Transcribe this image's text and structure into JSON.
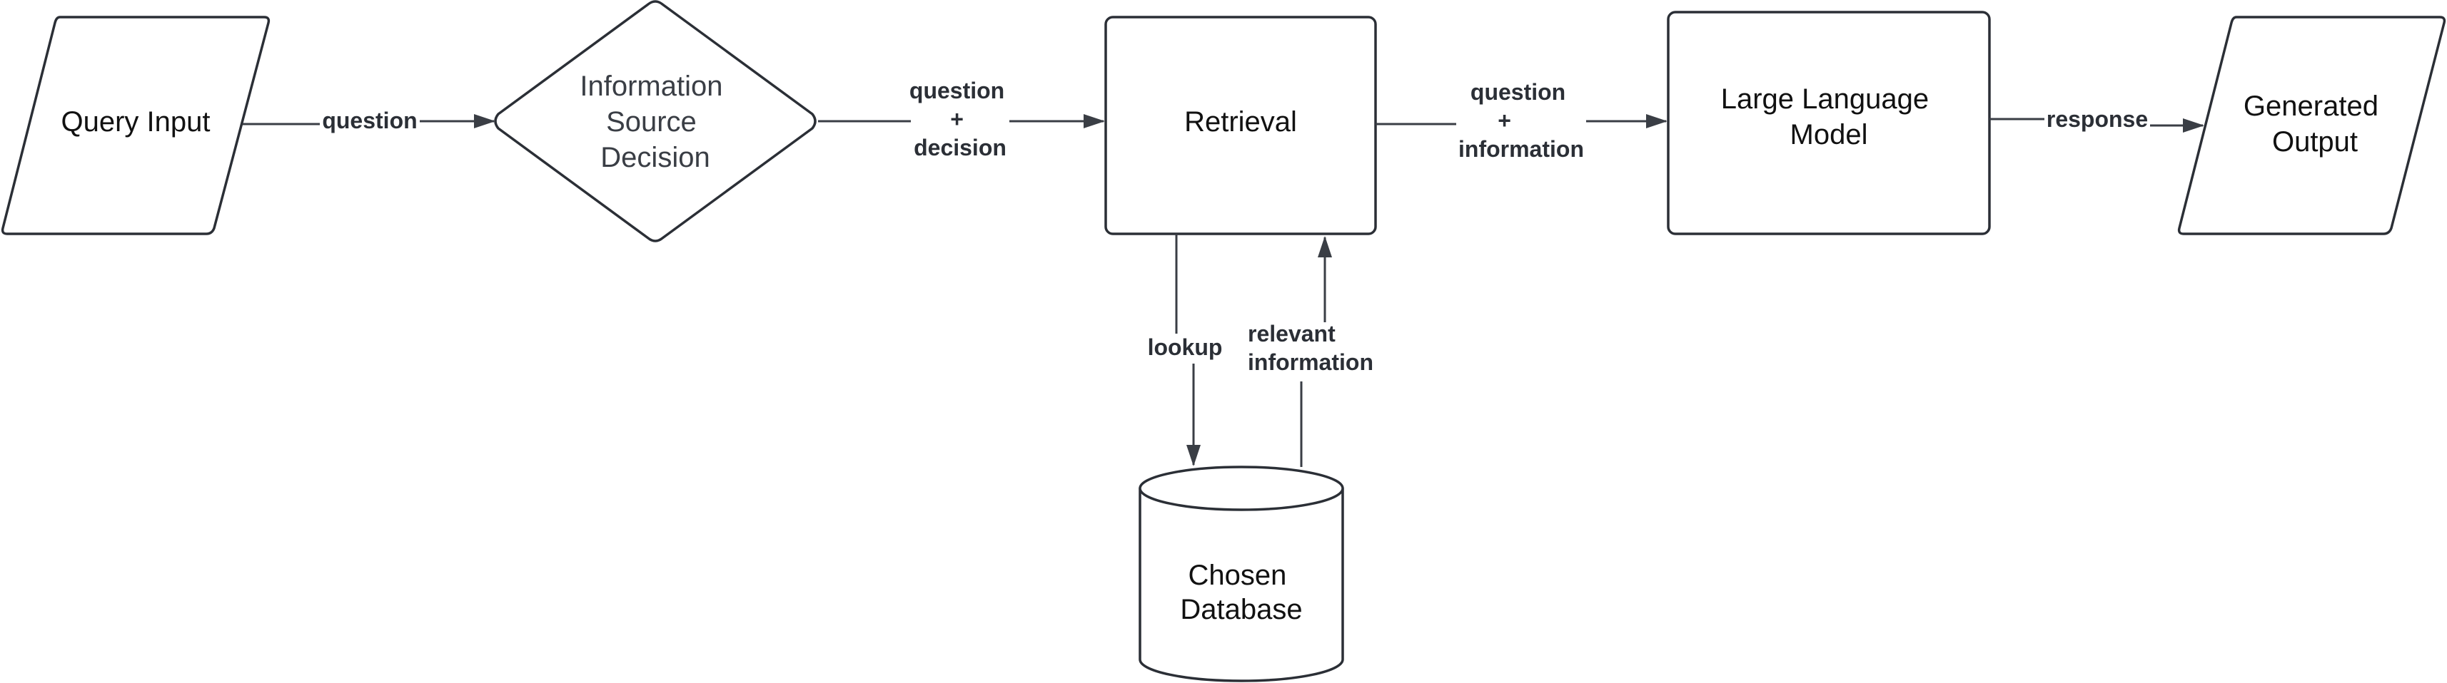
{
  "nodes": {
    "query_input": "Query Input",
    "decision": [
      "Information",
      "Source",
      "Decision"
    ],
    "retrieval": "Retrieval",
    "llm": [
      "Large Language",
      "Model"
    ],
    "output": [
      "Generated",
      "Output"
    ],
    "database": [
      "Chosen",
      "Database"
    ]
  },
  "edges": {
    "question": "question",
    "question_decision": [
      "question",
      "+",
      "decision"
    ],
    "question_information": [
      "question",
      "+",
      "information"
    ],
    "response": "response",
    "lookup": "lookup",
    "relevant_information": [
      "relevant",
      "information"
    ]
  },
  "colors": {
    "stroke": "#2b2f36",
    "text": "#111111",
    "background": "#ffffff"
  }
}
